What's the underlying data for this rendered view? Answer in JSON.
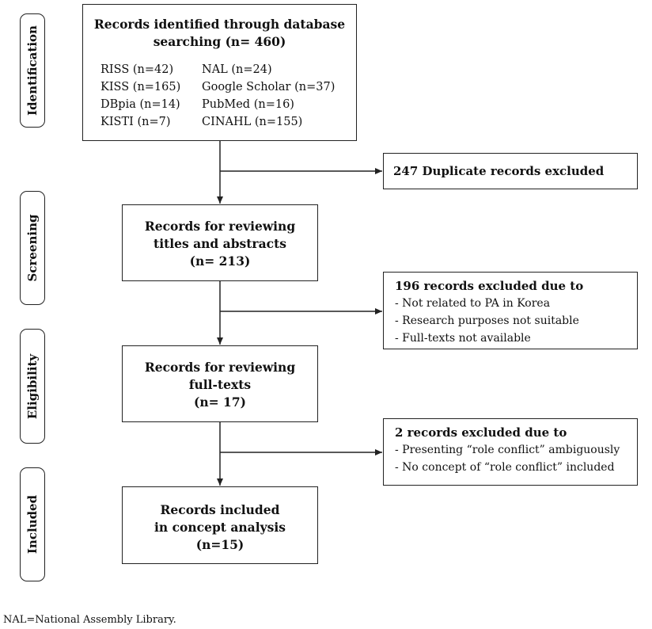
{
  "phases": {
    "identification": "Identification",
    "screening": "Screening",
    "eligibility": "Eligibility",
    "included": "Included"
  },
  "identification_box": {
    "title_line1": "Records identified through database",
    "title_line2": "searching (n= 460)",
    "databases": [
      "RISS (n=42)",
      "NAL (n=24)",
      "KISS (n=165)",
      "Google Scholar (n=37)",
      "DBpia (n=14)",
      "PubMed (n=16)",
      "KISTI (n=7)",
      "CINAHL (n=155)"
    ]
  },
  "duplicates_box": {
    "text": "247 Duplicate records excluded"
  },
  "screening_box": {
    "line1": "Records for reviewing",
    "line2": "titles and abstracts",
    "line3": "(n= 213)"
  },
  "screening_exclusion": {
    "heading": "196 records excluded due to",
    "items": [
      "- Not related to PA in Korea",
      "- Research purposes not suitable",
      "- Full-texts not available"
    ]
  },
  "eligibility_box": {
    "line1": "Records for reviewing",
    "line2": "full-texts",
    "line3": "(n= 17)"
  },
  "eligibility_exclusion": {
    "heading": "2  records excluded due to",
    "items": [
      "- Presenting “role conflict” ambiguously",
      "- No concept of “role conflict” included"
    ]
  },
  "included_box": {
    "line1": "Records included",
    "line2": "in concept analysis",
    "line3": "(n=15)"
  },
  "footnote": "NAL=National Assembly Library."
}
